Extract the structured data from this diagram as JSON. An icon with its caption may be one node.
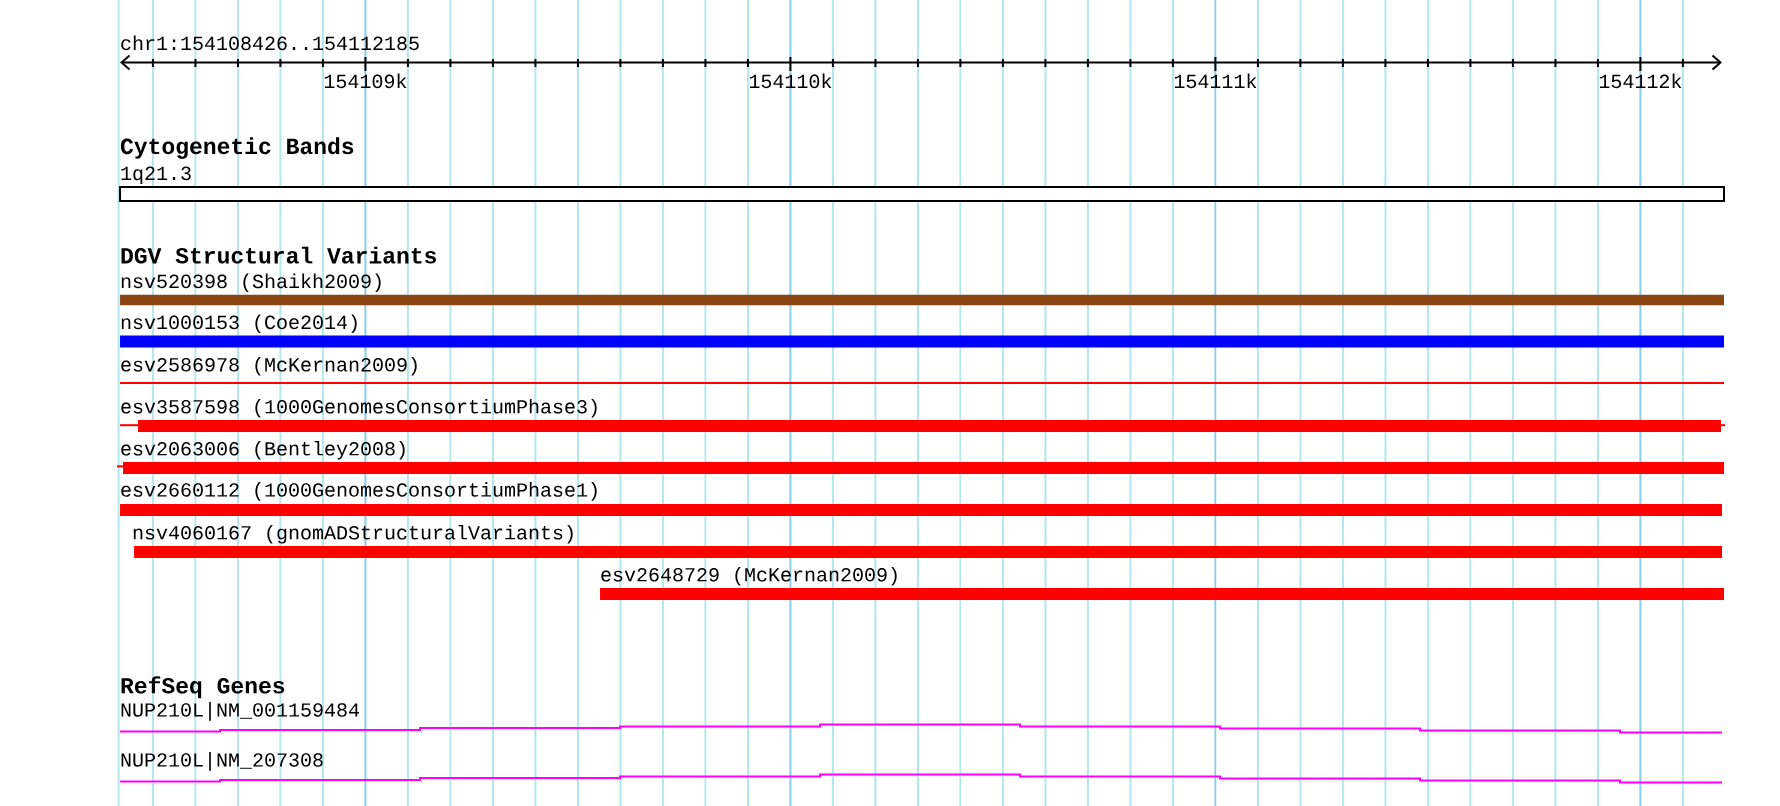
{
  "diagram": {
    "nodes": [
      {
        "text": [
          "1q21.3"
        ]
      },
      {
        "text": [
          "nsv520398 (Shaikh2009)"
        ]
      },
      {
        "text": [
          "nsv1000153 (Coe2014)"
        ]
      },
      {
        "text": [
          "esv2586978 (McKernan2009)"
        ]
      },
      {
        "text": [
          "esv3587598 (1000GenomesConsortiumPhase3)"
        ]
      },
      {
        "text": [
          "esv2063006 (Bentley2008)"
        ]
      },
      {
        "text": [
          "esv2660112 (1000GenomesConsortiumPhase1)"
        ]
      },
      {
        "text": [
          "nsv4060167 (gnomADStructuralVariants)"
        ]
      },
      {
        "text": [
          "esv2648729 (McKernan2009)"
        ]
      },
      {
        "text": [
          "NUP210L|NM_001159484"
        ]
      },
      {
        "text": [
          "NUP210L|NM_207308"
        ]
      }
    ],
    "labels": [
      "chr1:154108426..154112185",
      "154109k",
      "154110k",
      "154111k",
      "154112k",
      "Cytogenetic Bands",
      "DGV Structural Variants",
      "RefSeq Genes"
    ]
  }
}
